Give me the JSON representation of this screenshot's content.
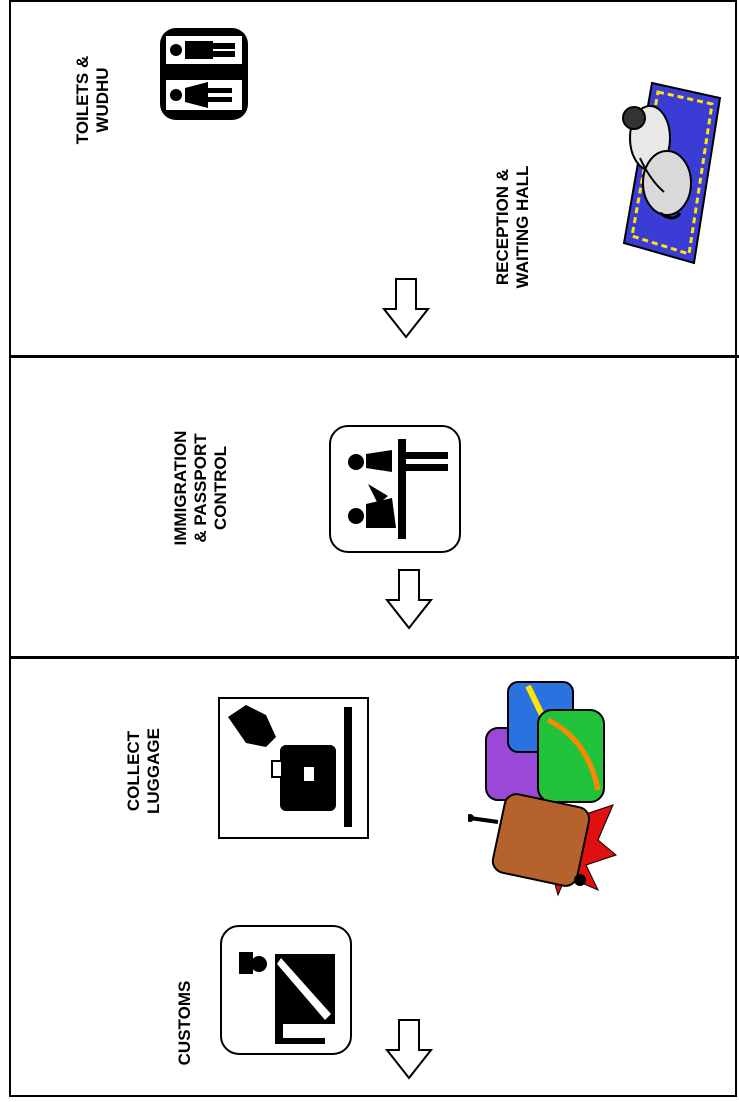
{
  "sections": [
    {
      "id": "reception",
      "labels": [
        {
          "lines": [
            "TOILETS  &",
            "WUDHU"
          ]
        },
        {
          "lines": [
            "RECEPTION &",
            "WAITING HALL"
          ]
        }
      ],
      "icons": [
        "toilets-sign-icon",
        "praying-person-on-mat-icon",
        "down-arrow-icon"
      ]
    },
    {
      "id": "immigration",
      "labels": [
        {
          "lines": [
            "IMMIGRATION",
            "& PASSPORT",
            "CONTROL"
          ]
        }
      ],
      "icons": [
        "passport-control-sign-icon",
        "down-arrow-icon"
      ]
    },
    {
      "id": "luggage",
      "labels": [
        {
          "lines": [
            "COLLECT",
            "LUGGAGE"
          ]
        },
        {
          "lines": [
            "CUSTOMS"
          ]
        }
      ],
      "icons": [
        "baggage-claim-sign-icon",
        "luggage-pile-icon",
        "customs-sign-icon",
        "down-arrow-icon"
      ]
    }
  ],
  "colors": {
    "line": "#000000",
    "background": "#ffffff",
    "mat": "#3b3bd6",
    "green_bag": "#22c33a",
    "blue_bag": "#2a72e0",
    "purple_bag": "#9a48d8",
    "brown_case": "#b5622c",
    "red_splash": "#e01010",
    "yellow_strap": "#ffe600"
  }
}
